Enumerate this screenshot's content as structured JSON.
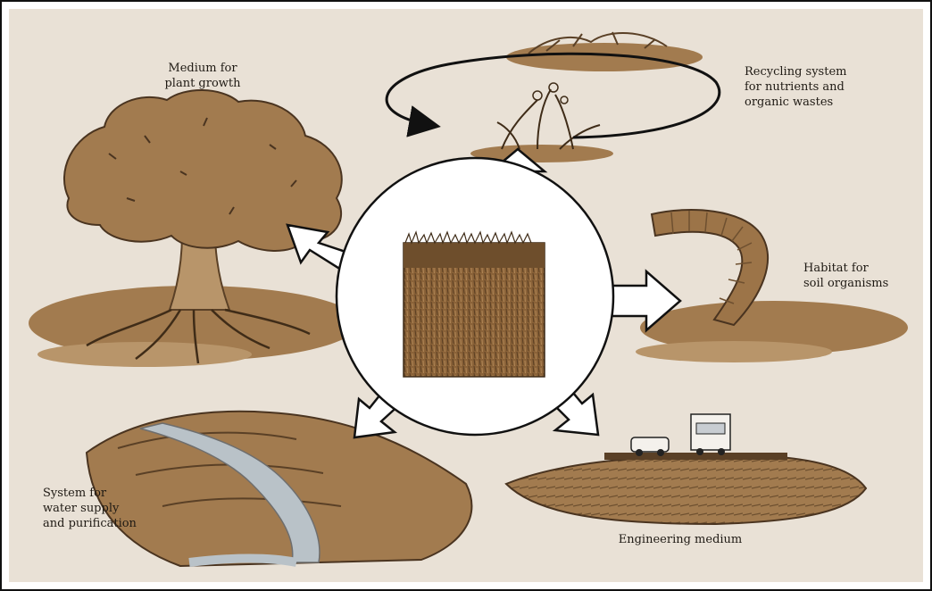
{
  "labels": {
    "plant_growth": "Medium for\nplant growth",
    "recycling": "Recycling system\nfor nutrients and\norganic wastes",
    "habitat": "Habitat for\nsoil organisms",
    "water": "System for\nwater supply\nand purification",
    "engineering": "Engineering medium"
  },
  "colors": {
    "background": "#e9e1d6",
    "soil_brown": "#a27b4f",
    "soil_dark": "#5a4026",
    "soil_light": "#c9ad88",
    "arrow_fill": "#ffffff",
    "water": "#b9c2c8",
    "frame": "#111111"
  },
  "icons": [
    "tree-icon",
    "plant-residue-icon",
    "earthworm-icon",
    "river-landscape-icon",
    "road-vehicles-icon",
    "soil-profile-icon"
  ]
}
